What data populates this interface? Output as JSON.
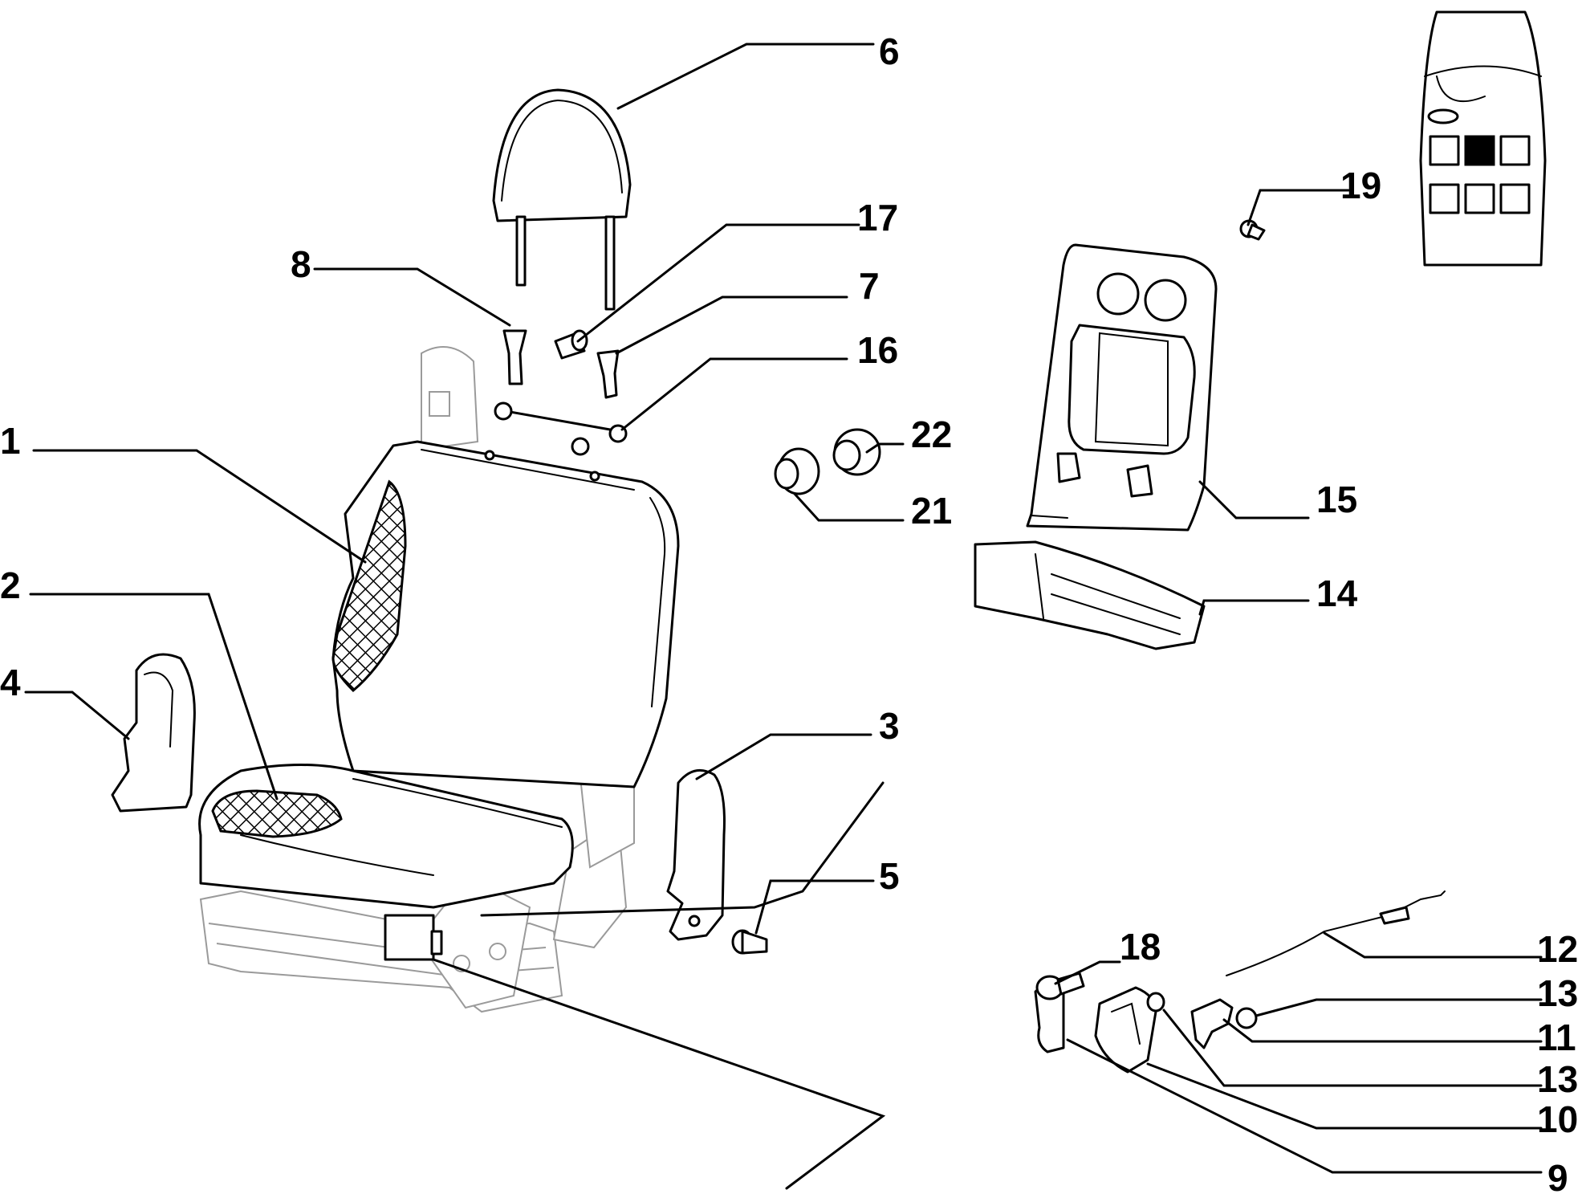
{
  "callouts": [
    {
      "id": "1",
      "label": "1"
    },
    {
      "id": "2",
      "label": "2"
    },
    {
      "id": "3",
      "label": "3"
    },
    {
      "id": "4",
      "label": "4"
    },
    {
      "id": "5",
      "label": "5"
    },
    {
      "id": "6",
      "label": "6"
    },
    {
      "id": "7",
      "label": "7"
    },
    {
      "id": "8",
      "label": "8"
    },
    {
      "id": "9",
      "label": "9"
    },
    {
      "id": "10",
      "label": "10"
    },
    {
      "id": "11",
      "label": "11"
    },
    {
      "id": "12",
      "label": "12"
    },
    {
      "id": "13a",
      "label": "13"
    },
    {
      "id": "13b",
      "label": "13"
    },
    {
      "id": "14",
      "label": "14"
    },
    {
      "id": "15",
      "label": "15"
    },
    {
      "id": "16",
      "label": "16"
    },
    {
      "id": "17",
      "label": "17"
    },
    {
      "id": "18",
      "label": "18"
    },
    {
      "id": "19",
      "label": "19"
    },
    {
      "id": "21",
      "label": "21"
    },
    {
      "id": "22",
      "label": "22"
    }
  ],
  "locator_inset": {
    "highlighted_position": "front-row-middle"
  }
}
